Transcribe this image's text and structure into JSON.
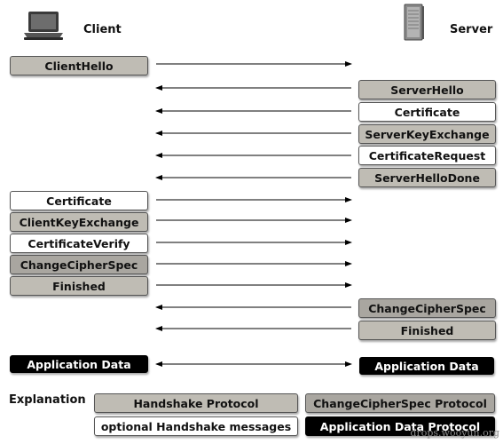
{
  "client": {
    "label": "Client",
    "icon": "laptop-icon"
  },
  "server": {
    "label": "Server",
    "icon": "server-tower-icon"
  },
  "messages": {
    "client_hello": "ClientHello",
    "server_hello": "ServerHello",
    "server_certificate": "Certificate",
    "server_key_exchange": "ServerKeyExchange",
    "certificate_request": "CertificateRequest",
    "server_hello_done": "ServerHelloDone",
    "client_certificate": "Certificate",
    "client_key_exchange": "ClientKeyExchange",
    "certificate_verify": "CertificateVerify",
    "client_change_cipher_spec": "ChangeCipherSpec",
    "client_finished": "Finished",
    "server_change_cipher_spec": "ChangeCipherSpec",
    "server_finished": "Finished",
    "client_app_data": "Application Data",
    "server_app_data": "Application Data"
  },
  "legend": {
    "title": "Explanation",
    "handshake": "Handshake Protocol",
    "change_cipher_spec": "ChangeCipherSpec Protocol",
    "optional": "optional Handshake messages",
    "application": "Application Data Protocol"
  },
  "watermark": "drops.wooyun.org",
  "colors": {
    "handshake": "#bfbcb4",
    "optional": "#ffffff",
    "change_cipher_spec": "#a9a6a0",
    "application": "#000000",
    "arrow": "#000000"
  }
}
